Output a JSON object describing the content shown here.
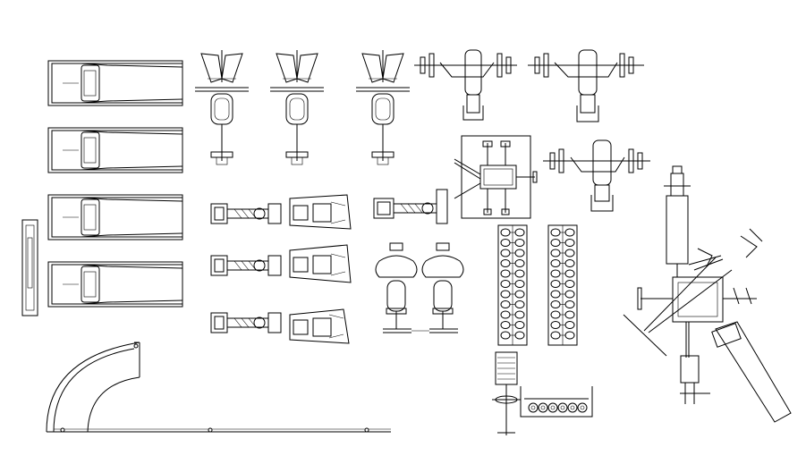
{
  "drawing": {
    "background": "#ffffff",
    "line_color": "#000000",
    "groups": {
      "treadmills": 4,
      "chest_fly_machines": 3,
      "olympic_benches": 3,
      "rowing_leg_machines": 6,
      "seated_machines": 2,
      "dumbbell_racks": 2
    }
  }
}
